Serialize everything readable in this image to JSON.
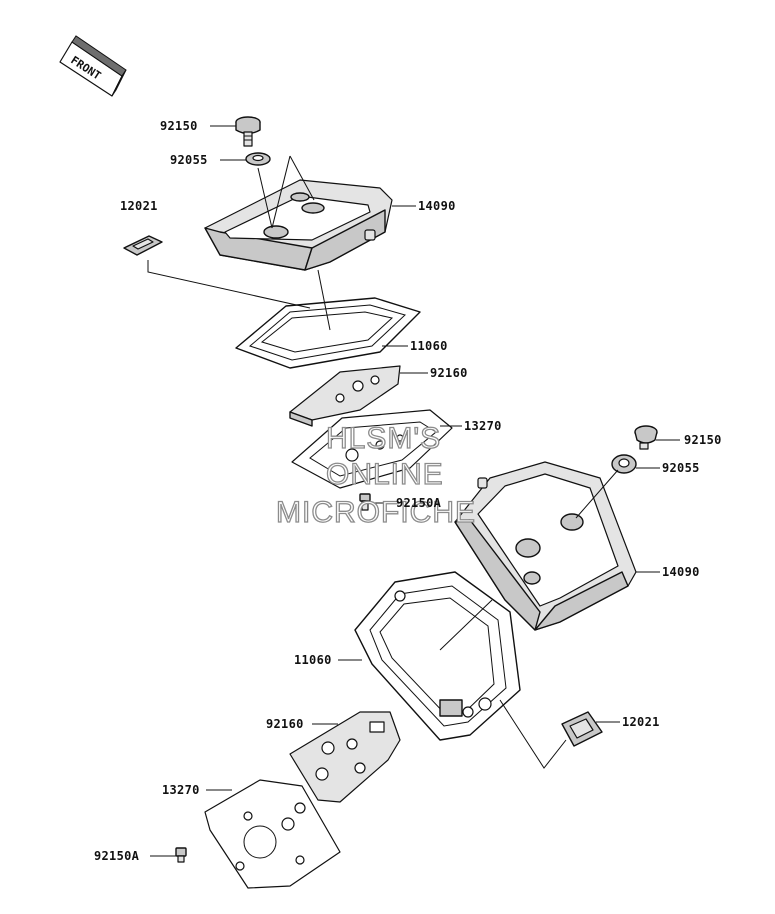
{
  "front_badge": "FRONT",
  "watermark": [
    "HLSM'S",
    "ONLINE",
    "MICROFICHE"
  ],
  "labels": {
    "top_bolt": "92150",
    "top_washer": "92055",
    "top_cap": "12021",
    "top_cover": "14090",
    "top_gasket": "11060",
    "top_plate_gasket": "92160",
    "top_plate": "13270",
    "top_plate_bolt": "92150A",
    "right_bolt": "92150",
    "right_washer": "92055",
    "bottom_cover": "14090",
    "bottom_gasket": "11060",
    "bottom_cap": "12021",
    "bottom_plate_gasket": "92160",
    "bottom_plate": "13270",
    "bottom_plate_bolt": "92150A"
  }
}
